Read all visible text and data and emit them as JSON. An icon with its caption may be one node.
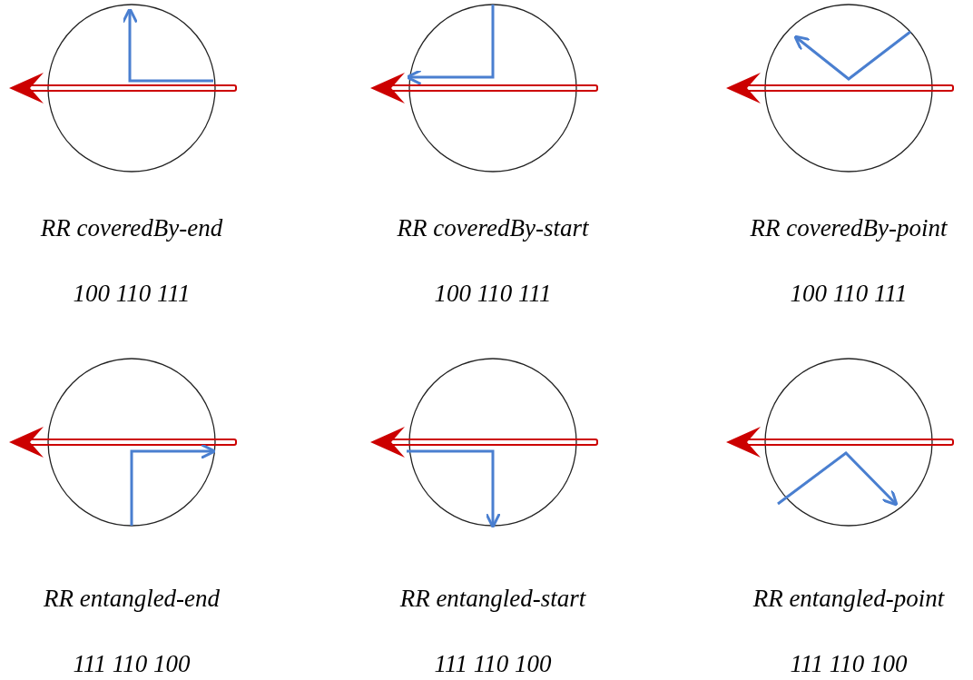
{
  "diagram": {
    "labels": [
      "RR coveredBy-end",
      "RR coveredBy-start",
      "RR coveredBy-point",
      "100 110 111",
      "100 110 111",
      "100 110 111",
      "RR entangled-end",
      "RR entangled-start",
      "RR entangled-point",
      "111 110 100",
      "111 110 100",
      "111 110 100"
    ]
  }
}
